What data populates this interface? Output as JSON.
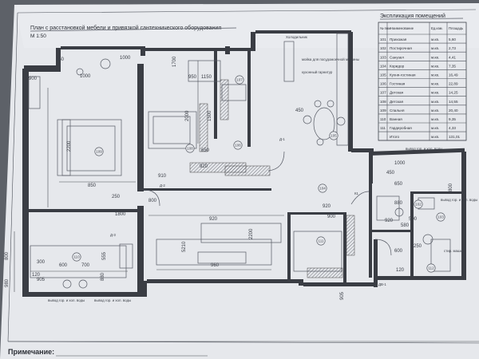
{
  "plan": {
    "title": "План с расстановкой мебели и привязкой сантехнического оборудования",
    "scale": "М 1:50",
    "dimensions": [
      "450",
      "1000",
      "900",
      "1000",
      "950",
      "1700",
      "1150",
      "1500",
      "2000",
      "2200",
      "850",
      "650",
      "920",
      "910",
      "250",
      "800",
      "1800",
      "920",
      "920",
      "900",
      "2200",
      "5210",
      "960",
      "300",
      "600",
      "700",
      "555",
      "880",
      "905",
      "980",
      "120",
      "450",
      "450",
      "1000",
      "650",
      "880",
      "920",
      "580",
      "500",
      "800",
      "600",
      "250",
      "905",
      "800",
      "120"
    ],
    "room_numbers": [
      "109",
      "108",
      "106",
      "107",
      "104",
      "105",
      "110",
      "111",
      "112",
      "102",
      "103"
    ],
    "labels": {
      "kitchen_top": "Холодильник",
      "kitchen_note": "мойка для посудомоечной машины",
      "kitchen_note2": "кухонный гарнитур",
      "water_left": "вывод гор. и хол. воды",
      "water_mid": "вывод гор. и хол. воды",
      "water_right1": "вывод гор. и хол. воды",
      "water_right2": "вывод гор. и хол. воды",
      "stir": "стир. машина",
      "d1": "Д-1",
      "d2": "Д-2",
      "d3": "Д-3",
      "k1": "К1",
      "dv": "ДВ-1"
    }
  },
  "explication": {
    "title": "Экспликация помещений",
    "headers": [
      "№ пом.",
      "Наименование",
      "Ед.изм.",
      "Площадь"
    ],
    "rows": [
      [
        "101",
        "Прихожая",
        "м.кв.",
        "5,60"
      ],
      [
        "102",
        "Постирочная",
        "м.кв.",
        "2,73"
      ],
      [
        "103",
        "Санузел",
        "м.кв.",
        "4,41"
      ],
      [
        "104",
        "Коридор",
        "м.кв.",
        "7,35"
      ],
      [
        "105",
        "Кухня-гостиная",
        "м.кв.",
        "16,49"
      ],
      [
        "106",
        "Гостиная",
        "м.кв.",
        "22,89"
      ],
      [
        "107",
        "Детская",
        "м.кв.",
        "14,25"
      ],
      [
        "108",
        "Детская",
        "м.кв.",
        "14,55"
      ],
      [
        "109",
        "Спальня",
        "м.кв.",
        "20,40"
      ],
      [
        "110",
        "Ванная",
        "м.кв.",
        "9,35"
      ],
      [
        "111",
        "Гардеробная",
        "м.кв.",
        "4,33"
      ],
      [
        "",
        "Итого",
        "м.кв.",
        "131,01"
      ]
    ]
  },
  "footer": {
    "note_label": "Примечание:"
  }
}
